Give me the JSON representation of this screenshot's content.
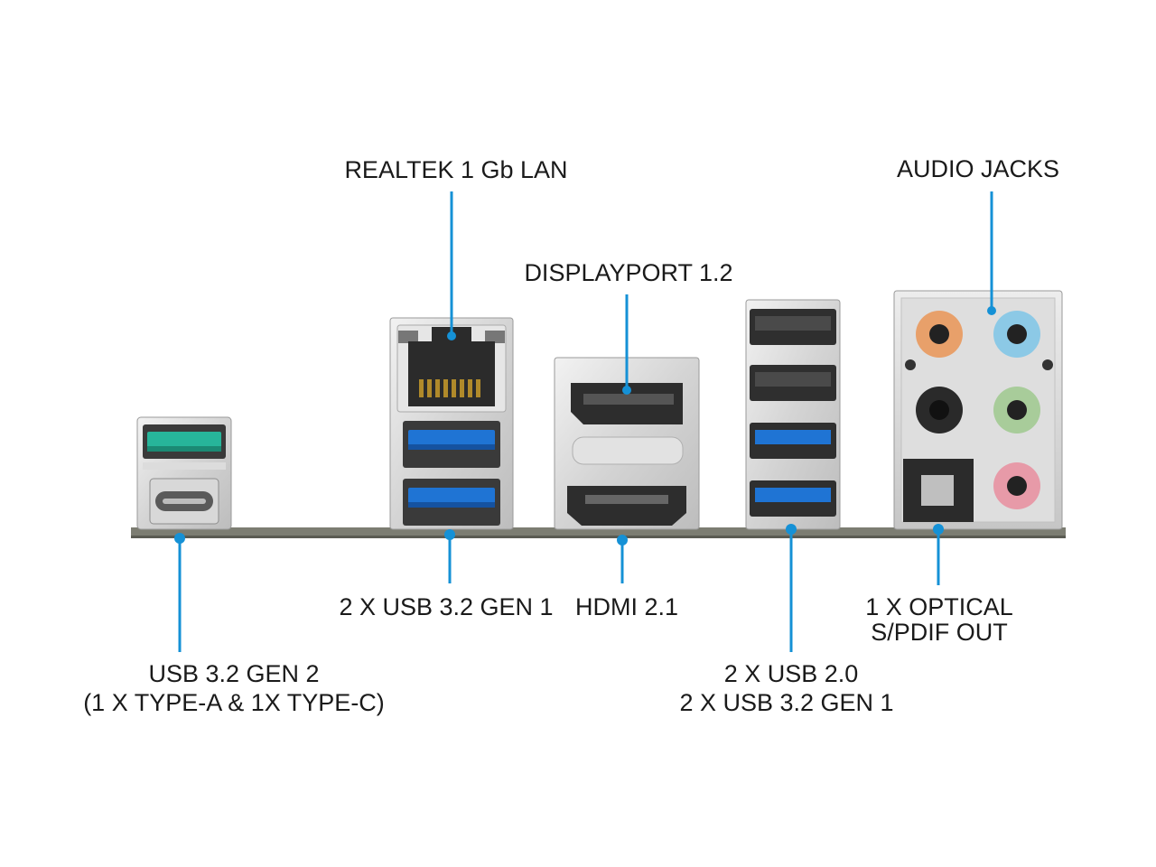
{
  "colors": {
    "leader": "#1591d6",
    "board": "#7c7d72",
    "usb3_blue": "#1f74d4",
    "usb_gen2_teal": "#27b59a",
    "audio_orange": "#e8a06a",
    "audio_blue": "#8cc9e6",
    "audio_black": "#2a2a2a",
    "audio_green": "#a8cc9a",
    "audio_pink": "#e79aa8"
  },
  "labels": {
    "lan": "REALTEK 1 Gb LAN",
    "displayport": "DISPLAYPORT 1.2",
    "audio": "AUDIO JACKS",
    "usb_gen2_line1": "USB 3.2 GEN 2",
    "usb_gen2_line2": "(1 X TYPE-A & 1X TYPE-C)",
    "usb_gen1": "2 X USB 3.2 GEN 1",
    "hdmi": "HDMI 2.1",
    "usb_mix_line1": "2 X USB 2.0",
    "usb_mix_line2": "2 X USB 3.2 GEN 1",
    "optical_line1": "1 X OPTICAL",
    "optical_line2": "S/PDIF OUT"
  },
  "icons": [
    "usb-a-port-icon",
    "usb-c-port-icon",
    "rj45-lan-port-icon",
    "displayport-icon",
    "hdmi-port-icon",
    "audio-jack-icon",
    "optical-spdif-icon"
  ]
}
